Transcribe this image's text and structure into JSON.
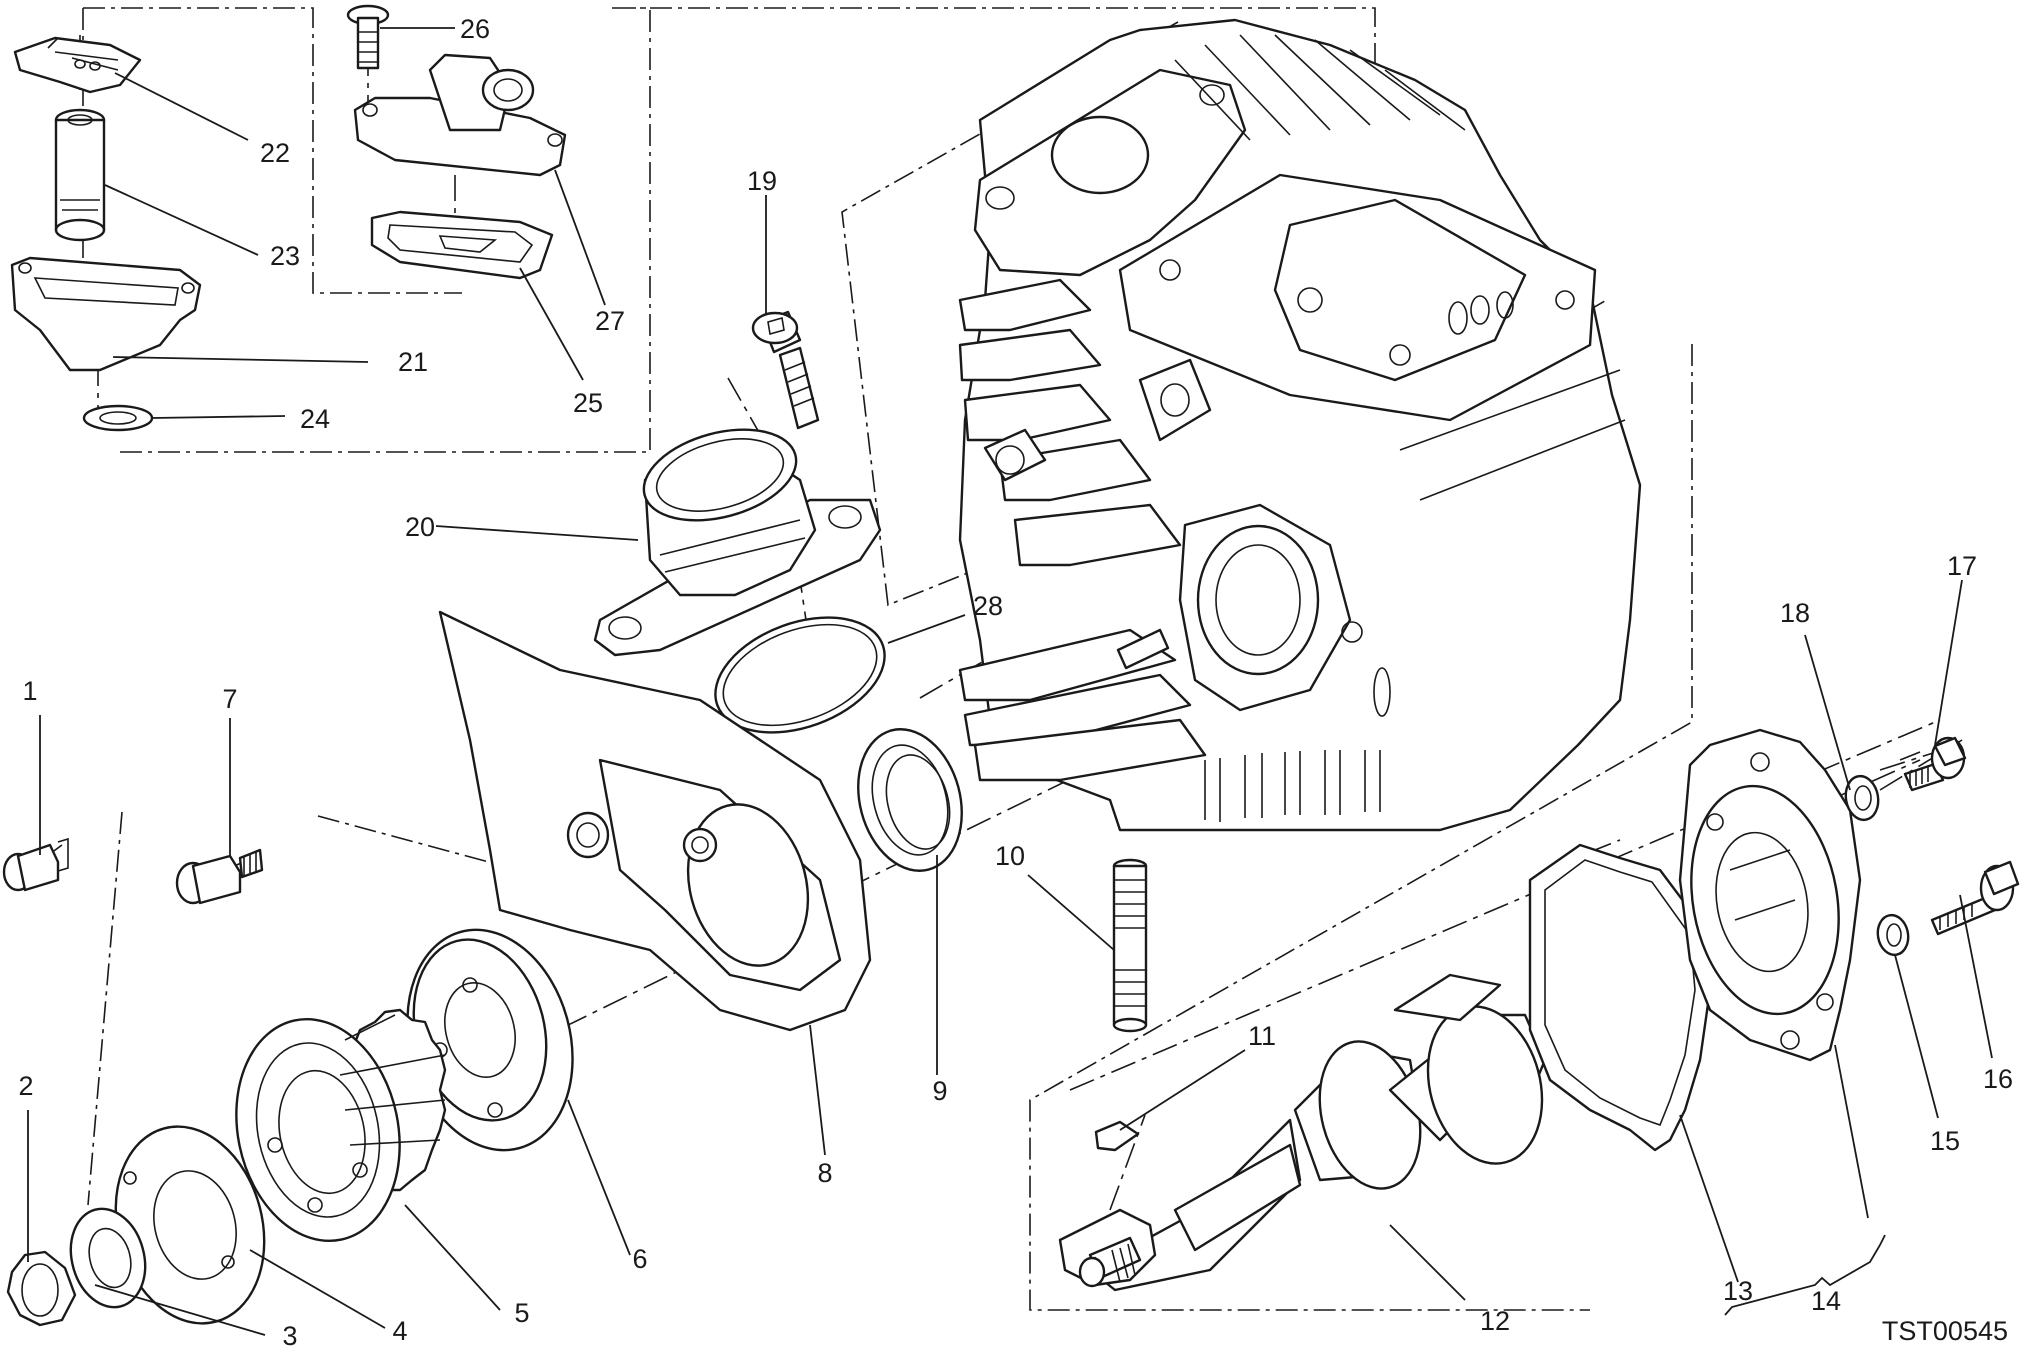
{
  "drawing": {
    "reference_code": "TST00545",
    "callouts": [
      {
        "id": "1",
        "text": "1"
      },
      {
        "id": "2",
        "text": "2"
      },
      {
        "id": "3",
        "text": "3"
      },
      {
        "id": "4",
        "text": "4"
      },
      {
        "id": "5",
        "text": "5"
      },
      {
        "id": "6",
        "text": "6"
      },
      {
        "id": "7",
        "text": "7"
      },
      {
        "id": "8",
        "text": "8"
      },
      {
        "id": "9",
        "text": "9"
      },
      {
        "id": "10",
        "text": "10"
      },
      {
        "id": "11",
        "text": "11"
      },
      {
        "id": "12",
        "text": "12"
      },
      {
        "id": "13",
        "text": "13"
      },
      {
        "id": "14",
        "text": "14"
      },
      {
        "id": "15",
        "text": "15"
      },
      {
        "id": "16",
        "text": "16"
      },
      {
        "id": "17",
        "text": "17"
      },
      {
        "id": "18",
        "text": "18"
      },
      {
        "id": "19",
        "text": "19"
      },
      {
        "id": "20",
        "text": "20"
      },
      {
        "id": "21",
        "text": "21"
      },
      {
        "id": "22",
        "text": "22"
      },
      {
        "id": "23",
        "text": "23"
      },
      {
        "id": "24",
        "text": "24"
      },
      {
        "id": "25",
        "text": "25"
      },
      {
        "id": "26",
        "text": "26"
      },
      {
        "id": "27",
        "text": "27"
      },
      {
        "id": "28",
        "text": "28"
      }
    ]
  }
}
